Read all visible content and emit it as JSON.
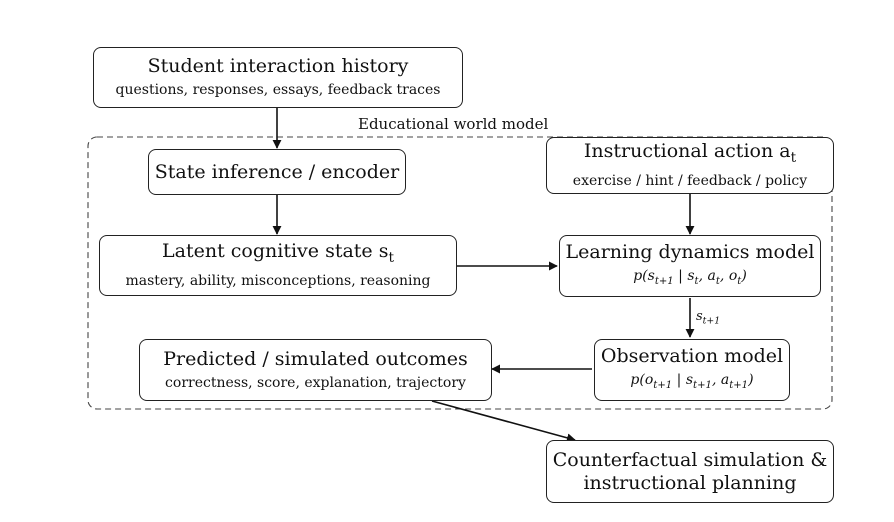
{
  "group": {
    "label": "Educational world model"
  },
  "nodes": {
    "history": {
      "title": "Student interaction history",
      "detail": "questions, responses, essays, feedback traces"
    },
    "encoder": {
      "title": "State inference / encoder"
    },
    "action": {
      "title": "Instructional action a_t",
      "detail": "exercise / hint / feedback / policy"
    },
    "latent": {
      "title": "Latent cognitive state s_t",
      "detail": "mastery, ability, misconceptions, reasoning"
    },
    "dynamics": {
      "title": "Learning dynamics model",
      "formula": "p(s_{t+1} | s_t, a_t, o_t)"
    },
    "outcomes": {
      "title": "Predicted / simulated outcomes",
      "detail": "correctness, score, explanation, trajectory"
    },
    "observation": {
      "title": "Observation model",
      "formula": "p(o_{t+1} | s_{t+1}, a_{t+1})"
    },
    "planning": {
      "line1": "Counterfactual simulation &",
      "line2": "instructional planning"
    }
  },
  "edges": {
    "dynamics_to_observation_label": "s_{t+1}"
  }
}
